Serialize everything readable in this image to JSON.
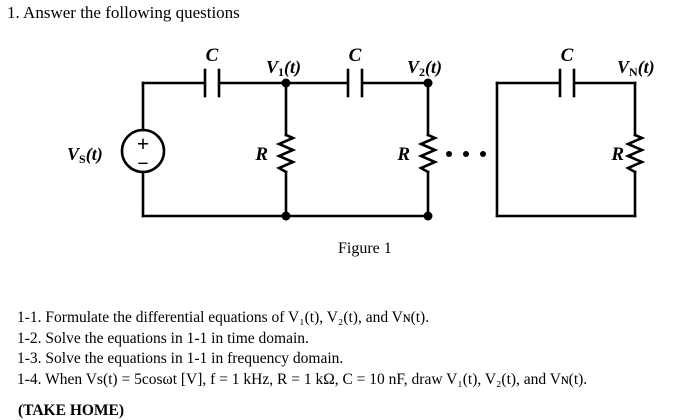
{
  "heading": "1. Answer the following questions",
  "figure": {
    "caption": "Figure 1",
    "labels": {
      "cap": "C",
      "res": "R",
      "vs_main": "V",
      "vs_sub": "S",
      "v1_main": "V",
      "v1_sub": "1",
      "v2_main": "V",
      "v2_sub": "2",
      "vn_main": "V",
      "vn_sub": "N",
      "t": "(t)",
      "plus": "+",
      "minus": "−"
    }
  },
  "questions": [
    "1-1. Formulate the differential equations of V₁(t), V₂(t), and Vɴ(t).",
    "1-2. Solve the equations in 1-1 in time domain.",
    "1-3. Solve the equations in 1-1 in frequency domain.",
    "1-4. When Vs(t) = 5cosωt [V], f = 1 kHz, R = 1 kΩ, C = 10 nF, draw V₁(t), V₂(t), and Vɴ(t)."
  ],
  "take_home": "(TAKE HOME)"
}
